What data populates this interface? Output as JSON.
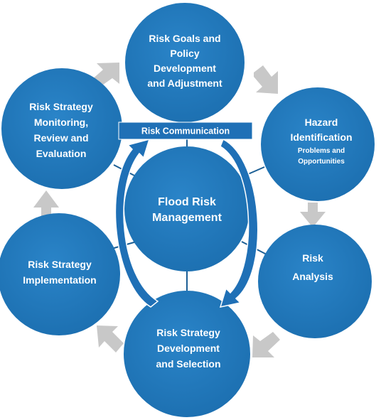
{
  "diagram": {
    "center": {
      "line1": "Flood Risk",
      "line2": "Management"
    },
    "banner": {
      "label": "Risk Communication"
    },
    "nodes": {
      "goals": {
        "line1": "Risk Goals and",
        "line2": "Policy",
        "line3": "Development",
        "line4": "and Adjustment"
      },
      "hazard": {
        "line1": "Hazard",
        "line2": "Identification",
        "sub1": "Problems and",
        "sub2": "Opportunities"
      },
      "analysis": {
        "line1": "Risk",
        "line2": "Analysis"
      },
      "development": {
        "line1": "Risk Strategy",
        "line2": "Development",
        "line3": "and Selection"
      },
      "implementation": {
        "line1": "Risk Strategy",
        "line2": "Implementation"
      },
      "monitoring": {
        "line1": "Risk Strategy",
        "line2": "Monitoring,",
        "line3": "Review  and",
        "line4": "Evaluation"
      }
    },
    "colors": {
      "circle": "#2279be",
      "circle_edge": "#1a6aa8",
      "banner": "#1f70b6",
      "connector": "#1c5f95",
      "process_arrow": "#c8c8c8"
    }
  }
}
